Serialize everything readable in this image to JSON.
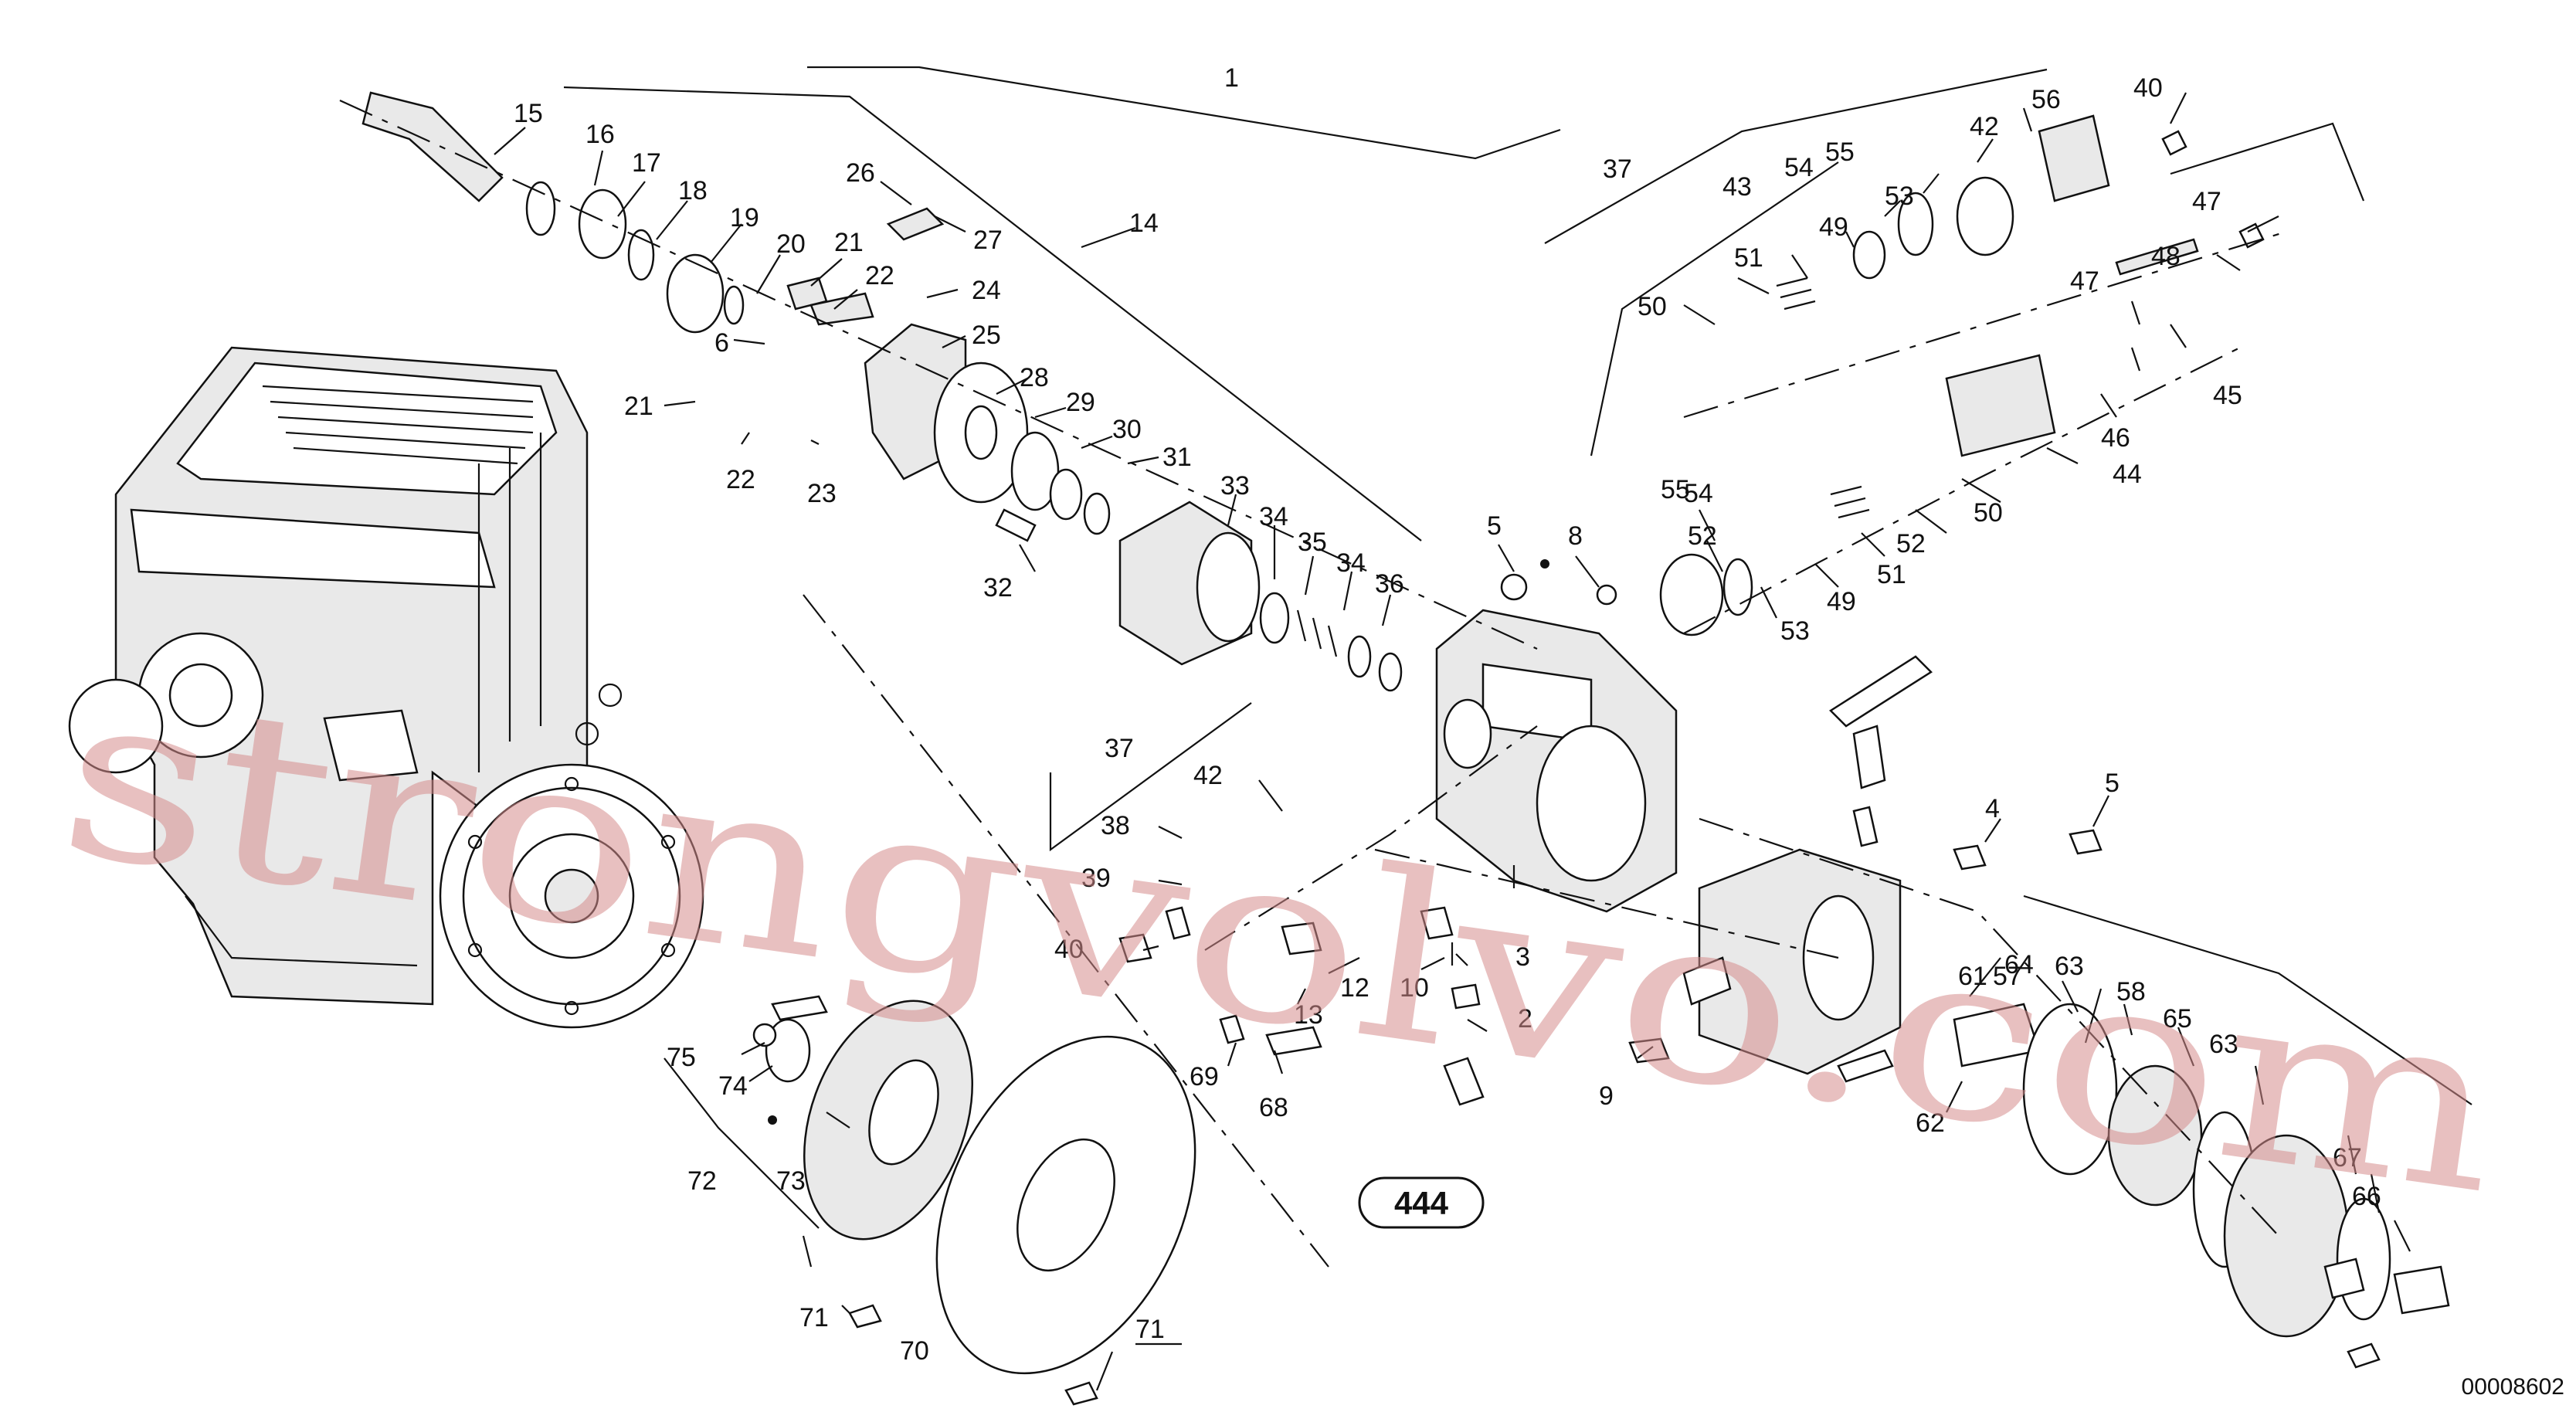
{
  "diagram": {
    "reference_code": "00008602",
    "page_reference": "444",
    "watermark": "strongvolvo.com",
    "callouts": [
      "1",
      "2",
      "3",
      "4",
      "5",
      "5",
      "6",
      "8",
      "9",
      "10",
      "12",
      "13",
      "14",
      "15",
      "16",
      "17",
      "18",
      "19",
      "20",
      "21",
      "21",
      "22",
      "22",
      "23",
      "24",
      "25",
      "26",
      "27",
      "28",
      "29",
      "30",
      "31",
      "32",
      "33",
      "34",
      "34",
      "35",
      "36",
      "37",
      "37",
      "38",
      "39",
      "40",
      "40",
      "42",
      "42",
      "43",
      "44",
      "45",
      "46",
      "47",
      "47",
      "48",
      "49",
      "49",
      "50",
      "50",
      "51",
      "51",
      "52",
      "52",
      "53",
      "53",
      "54",
      "54",
      "55",
      "55",
      "56",
      "57",
      "58",
      "61",
      "62",
      "63",
      "63",
      "64",
      "65",
      "66",
      "67",
      "68",
      "69",
      "70",
      "71",
      "71",
      "72",
      "73",
      "74",
      "75"
    ]
  }
}
